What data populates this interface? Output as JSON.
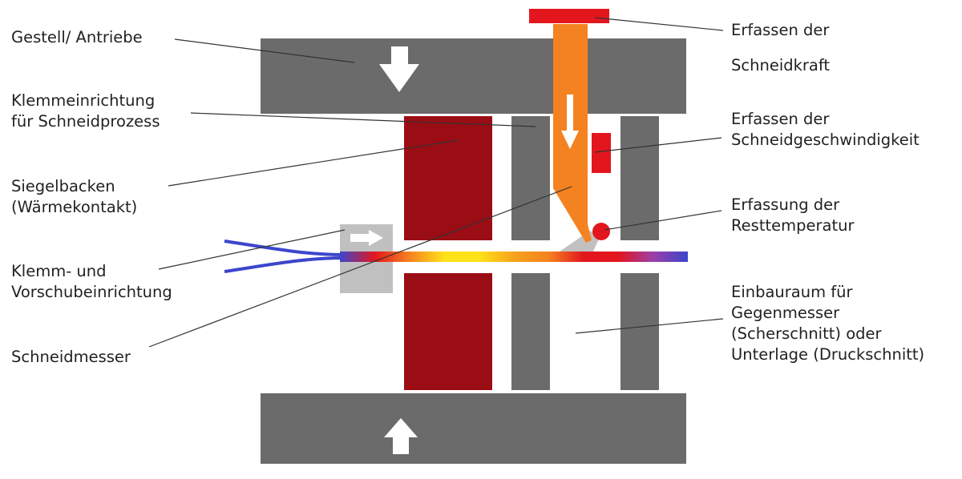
{
  "colors": {
    "frame": "#6b6b6b",
    "sealing_jaw": "#9b0d15",
    "knife": "#f58220",
    "sensor": "#e3161e",
    "clamp": "#c0c0c0",
    "film": "#3c46cc",
    "leader_line": "#333333",
    "arrow": "#ffffff"
  },
  "film_gradient": [
    "#3c46cc",
    "#e3161e",
    "#f58220",
    "#ffe11a",
    "#ffe11a",
    "#f7a21b",
    "#f58220",
    "#e3161e",
    "#e3161e",
    "#9c3fa8",
    "#3c46cc"
  ],
  "icons": {
    "frame_top_arrow": "arrow-down-icon",
    "frame_bottom_arrow": "arrow-up-icon",
    "knife_arrow": "arrow-down-icon",
    "clamp_arrow": "arrow-right-icon"
  },
  "labels": {
    "left": {
      "frame": [
        "Gestell/ Antriebe"
      ],
      "clamp_cutting": [
        "Klemmeinrichtung",
        "für Schneidprozess"
      ],
      "sealing_jaws": [
        "Siegelbacken",
        "(Wärmekontakt)"
      ],
      "clamp_feed": [
        "Klemm- und",
        "Vorschubeinrichtung"
      ],
      "knife": [
        "Schneidmesser"
      ]
    },
    "right": {
      "force": [
        "Erfassen der",
        "Schneidkraft"
      ],
      "speed": [
        "Erfassen der",
        "Schneidgeschwindigkeit"
      ],
      "temperature": [
        "Erfassung der",
        "Resttemperatur"
      ],
      "install_space": [
        "Einbauraum für",
        "Gegenmesser",
        "(Scherschnitt) oder",
        "Unterlage (Druckschnitt)"
      ]
    }
  }
}
